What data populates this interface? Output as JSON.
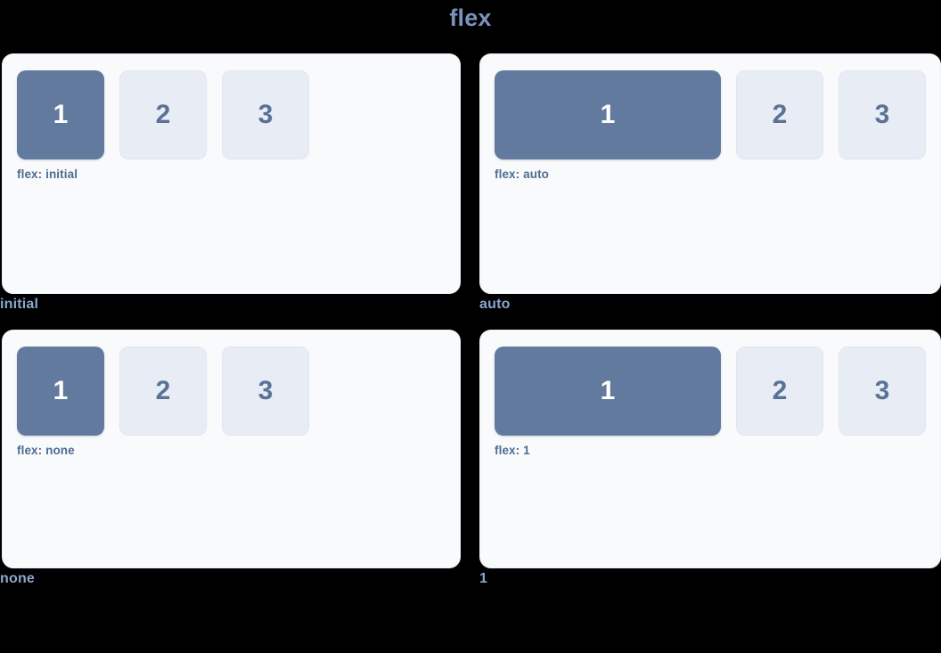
{
  "page": {
    "title": "flex",
    "background_color": "#000000",
    "title_color": "#7a93bb"
  },
  "theme": {
    "card_background": "#f9fafc",
    "card_border": "#eef1f6",
    "box_filled_background": "#617a9e",
    "box_filled_text": "#ffffff",
    "box_plain_background": "#e8edf5",
    "box_plain_text": "#5a7296",
    "box_plain_border": "#dfe6f1",
    "flex_label_color": "#4f6c92",
    "caption_color": "#8aa7cf"
  },
  "demos": [
    {
      "key": "initial",
      "flex_label": "flex: initial",
      "caption": "initial",
      "boxes": [
        {
          "label": "1",
          "style": "filled"
        },
        {
          "label": "2",
          "style": "plain"
        },
        {
          "label": "3",
          "style": "plain"
        }
      ]
    },
    {
      "key": "auto",
      "flex_label": "flex: auto",
      "caption": "auto",
      "boxes": [
        {
          "label": "1",
          "style": "filled"
        },
        {
          "label": "2",
          "style": "plain"
        },
        {
          "label": "3",
          "style": "plain"
        }
      ]
    },
    {
      "key": "none",
      "flex_label": "flex: none",
      "caption": "none",
      "boxes": [
        {
          "label": "1",
          "style": "filled"
        },
        {
          "label": "2",
          "style": "plain"
        },
        {
          "label": "3",
          "style": "plain"
        }
      ]
    },
    {
      "key": "1",
      "flex_label": "flex: 1",
      "caption": "1",
      "boxes": [
        {
          "label": "1",
          "style": "filled"
        },
        {
          "label": "2",
          "style": "plain"
        },
        {
          "label": "3",
          "style": "plain"
        }
      ]
    }
  ]
}
